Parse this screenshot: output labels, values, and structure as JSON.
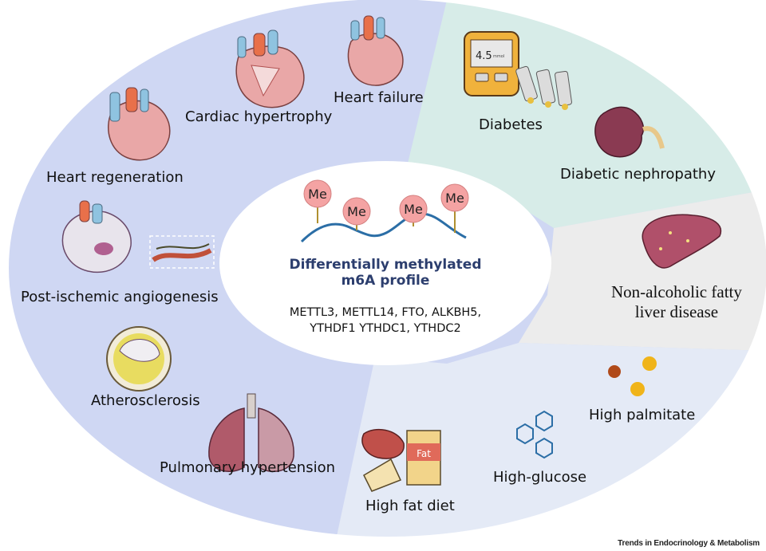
{
  "center": {
    "me_labels": [
      "Me",
      "Me",
      "Me",
      "Me"
    ],
    "title_line1": "Differentially methylated",
    "title_line2": "m6A profile",
    "genes_line1": "METTL3, METTL14, FTO, ALKBH5,",
    "genes_line2": "YTHDF1 YTHDC1, YTHDC2"
  },
  "cardiovascular": {
    "heart_failure": "Heart failure",
    "cardiac_hypertrophy": "Cardiac hypertrophy",
    "heart_regeneration": "Heart regeneration",
    "post_ischemic_angiogenesis": "Post-ischemic angiogenesis",
    "atherosclerosis": "Atherosclerosis",
    "pulmonary_hypertension": "Pulmonary hypertension"
  },
  "metabolic": {
    "diabetes": "Diabetes",
    "glucometer_reading": "4.5",
    "glucometer_unit": "mmol",
    "diabetic_nephropathy": "Diabetic nephropathy"
  },
  "liver": {
    "nafld_line1": "Non-alcoholic fatty",
    "nafld_line2": "liver disease"
  },
  "dietary": {
    "high_palmitate": "High palmitate",
    "high_glucose": "High-glucose",
    "high_fat_diet": "High fat diet",
    "fat_box_label": "Fat"
  },
  "credit": "Trends in Endocrinology & Metabolism",
  "colors": {
    "cardio_bg": "#cfd7f3",
    "metabolic_bg": "#d7ece8",
    "liver_bg": "#ececec",
    "dietary_bg": "#e4eaf6",
    "me_circle": "#f4a3a3",
    "wave": "#2b6ea6",
    "title": "#2c3e6e"
  }
}
